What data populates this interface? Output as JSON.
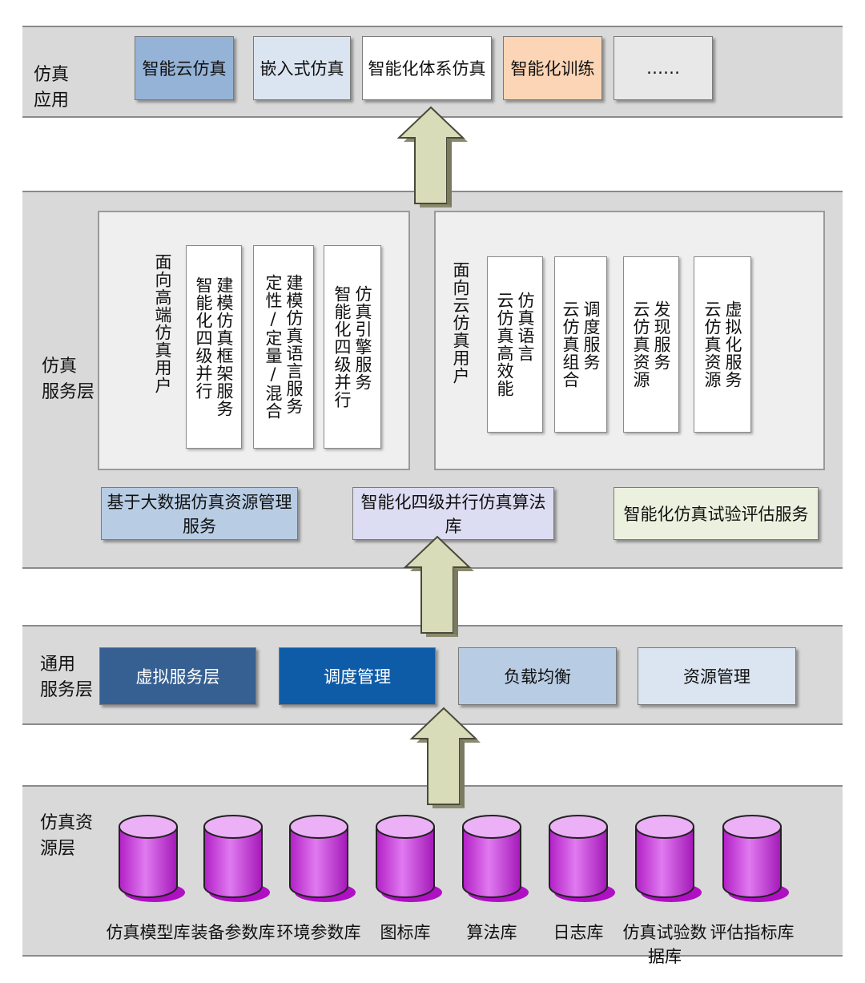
{
  "layers": {
    "app": {
      "label": "仿真\n应用"
    },
    "service": {
      "label": "仿真\n服务层"
    },
    "general": {
      "label": "通用\n服务层"
    },
    "resource": {
      "label": "仿真资\n源层"
    }
  },
  "app_boxes": [
    {
      "label": "智能云仿真",
      "color": "#95b3d7"
    },
    {
      "label": "嵌入式仿真",
      "color": "#dbe5f1"
    },
    {
      "label": "智能化体系仿真",
      "color": "#ffffff"
    },
    {
      "label": "智能化训练",
      "color": "#fbd5b5"
    },
    {
      "label": "……",
      "color": "#e8e8e8"
    }
  ],
  "hpc_panel": {
    "title": "面向高端仿真用户",
    "columns": [
      "建模仿真框架服务\n智能化四级并行",
      "建模仿真语言服务\n定性/定量/混合",
      "仿真引擎服务\n智能化四级并行"
    ]
  },
  "cloud_panel": {
    "title": "面向云仿真用户",
    "columns": [
      "仿真语言\n云仿真高效能",
      "调度服务\n云仿真组合",
      "发现服务\n云仿真资源",
      "虚拟化服务\n云仿真资源"
    ]
  },
  "service_boxes": [
    {
      "label": "基于大数据仿真资源管理服务",
      "color": "#b8cce4"
    },
    {
      "label": "智能化四级并行仿真算法库",
      "color": "#dcdcf2"
    },
    {
      "label": "智能化仿真试验评估服务",
      "color": "#ebf1de"
    }
  ],
  "general_boxes": [
    {
      "label": "虚拟服务层",
      "color": "#376092"
    },
    {
      "label": "调度管理",
      "color": "#0e5ca8"
    },
    {
      "label": "负载均衡",
      "color": "#b8cce4"
    },
    {
      "label": "资源管理",
      "color": "#dbe5f1"
    }
  ],
  "databases": [
    "仿真模型库",
    "装备参数库",
    "环境参数库",
    "图标库",
    "算法库",
    "日志库",
    "仿真试验数据库",
    "评估指标库"
  ],
  "colors": {
    "arrow_fill": "#d8dcb8",
    "cylinder_top": "#e8a6f2",
    "cylinder_body": "#c43bd6"
  }
}
